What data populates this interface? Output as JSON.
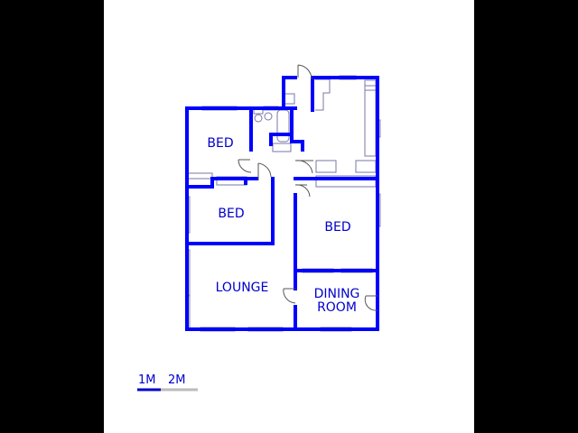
{
  "floorplan": {
    "wall_color": "#0000ff",
    "fixture_color": "#6666aa",
    "window_color": "#888888",
    "label_color": "#0000cc",
    "rooms": [
      {
        "id": "bed1",
        "label": "BED"
      },
      {
        "id": "bed2",
        "label": "BED"
      },
      {
        "id": "bed3",
        "label": "BED"
      },
      {
        "id": "lounge",
        "label": "LOUNGE"
      },
      {
        "id": "dining",
        "label": "DINING\nROOM"
      }
    ]
  },
  "scale": {
    "label_1m": "1M",
    "label_2m": "2M"
  }
}
